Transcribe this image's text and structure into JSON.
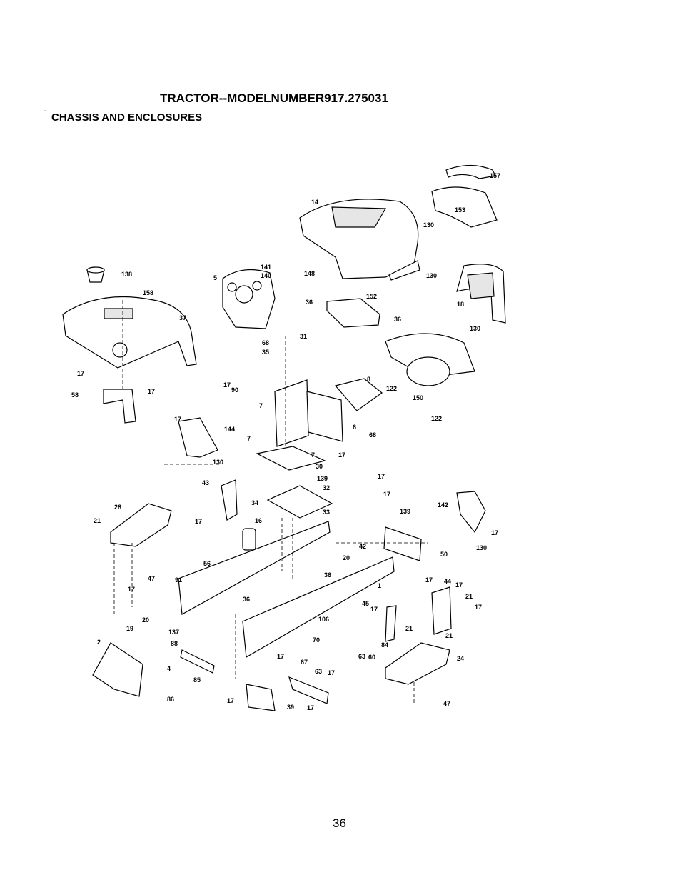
{
  "header": {
    "title": "TRACTOR--MODELNUMBER917.275031",
    "subtitle": "CHASSIS AND ENCLOSURES",
    "dash": "-"
  },
  "diagram": {
    "callouts": [
      "157",
      "153",
      "130",
      "14",
      "141",
      "140",
      "148",
      "5",
      "138",
      "158",
      "37",
      "130",
      "18",
      "130",
      "36",
      "152",
      "36",
      "68",
      "31",
      "35",
      "17",
      "17",
      "58",
      "17",
      "90",
      "8",
      "122",
      "150",
      "122",
      "7",
      "6",
      "68",
      "7",
      "17",
      "144",
      "17",
      "7",
      "30",
      "130",
      "43",
      "139",
      "17",
      "32",
      "17",
      "34",
      "33",
      "139",
      "142",
      "17",
      "130",
      "28",
      "21",
      "17",
      "16",
      "56",
      "42",
      "50",
      "20",
      "36",
      "17",
      "44",
      "17",
      "21",
      "47",
      "17",
      "91",
      "1",
      "36",
      "45",
      "17",
      "21",
      "17",
      "21",
      "19",
      "20",
      "106",
      "70",
      "137",
      "88",
      "2",
      "4",
      "85",
      "67",
      "17",
      "63",
      "60",
      "84",
      "63",
      "17",
      "24",
      "86",
      "17",
      "39",
      "17",
      "47"
    ]
  },
  "page_number": "36"
}
